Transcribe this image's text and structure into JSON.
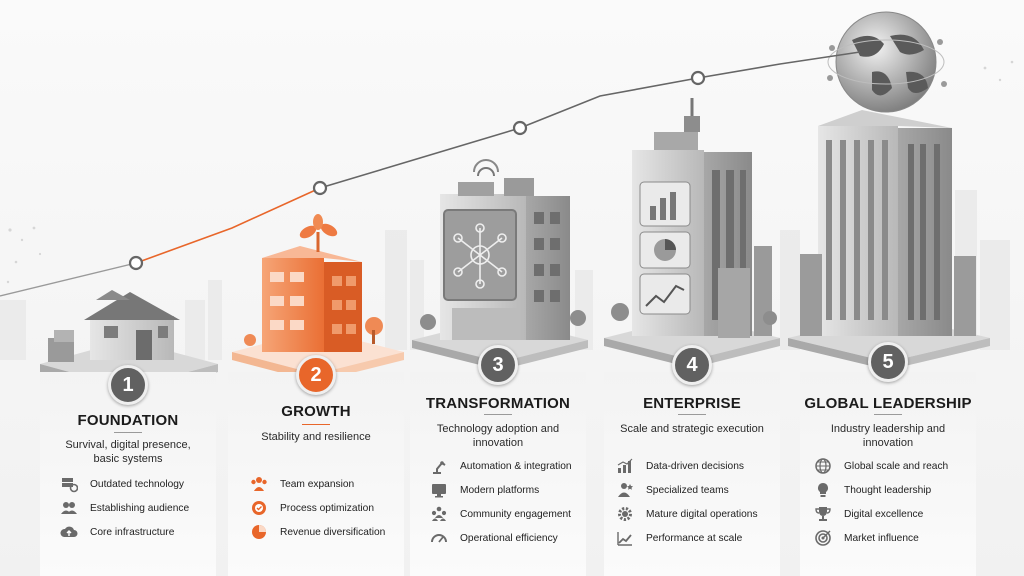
{
  "stages": [
    {
      "number": "1",
      "title": "FOUNDATION",
      "subtitle": "Survival, digital presence, basic systems",
      "building": "house",
      "items": [
        {
          "label": "Outdated technology",
          "icon": "server-gear-icon"
        },
        {
          "label": "Establishing audience",
          "icon": "people-group-icon"
        },
        {
          "label": "Core infrastructure",
          "icon": "cloud-upload-icon"
        }
      ]
    },
    {
      "number": "2",
      "title": "GROWTH",
      "subtitle": "Stability and resilience",
      "building": "sprouting-office",
      "items": [
        {
          "label": "Team expansion",
          "icon": "team-icon"
        },
        {
          "label": "Process optimization",
          "icon": "gear-check-icon"
        },
        {
          "label": "Revenue diversification",
          "icon": "pie-chart-icon"
        }
      ]
    },
    {
      "number": "3",
      "title": "TRANSFORMATION",
      "subtitle": "Technology adoption and innovation",
      "building": "network-tower",
      "items": [
        {
          "label": "Automation & integration",
          "icon": "robot-arm-icon"
        },
        {
          "label": "Modern platforms",
          "icon": "monitor-icon"
        },
        {
          "label": "Community engagement",
          "icon": "community-icon"
        },
        {
          "label": "Operational efficiency",
          "icon": "speedometer-icon"
        }
      ]
    },
    {
      "number": "4",
      "title": "ENTERPRISE",
      "subtitle": "Scale and strategic execution",
      "building": "analytics-skyscraper",
      "items": [
        {
          "label": "Data-driven decisions",
          "icon": "bar-chart-icon"
        },
        {
          "label": "Specialized teams",
          "icon": "specialist-icon"
        },
        {
          "label": "Mature digital operations",
          "icon": "gear-icon"
        },
        {
          "label": "Performance at scale",
          "icon": "growth-chart-icon"
        }
      ]
    },
    {
      "number": "5",
      "title": "GLOBAL LEADERSHIP",
      "subtitle": "Industry leadership and innovation",
      "building": "globe-tower",
      "items": [
        {
          "label": "Global scale and reach",
          "icon": "globe-icon"
        },
        {
          "label": "Thought leadership",
          "icon": "lightbulb-icon"
        },
        {
          "label": "Digital excellence",
          "icon": "trophy-icon"
        },
        {
          "label": "Market influence",
          "icon": "target-icon"
        }
      ]
    }
  ],
  "colors": {
    "accent": "#e8662a",
    "badge": "#616161",
    "line": "#666666",
    "building": "#c9c9c9",
    "building_dark": "#8f8f8f"
  }
}
